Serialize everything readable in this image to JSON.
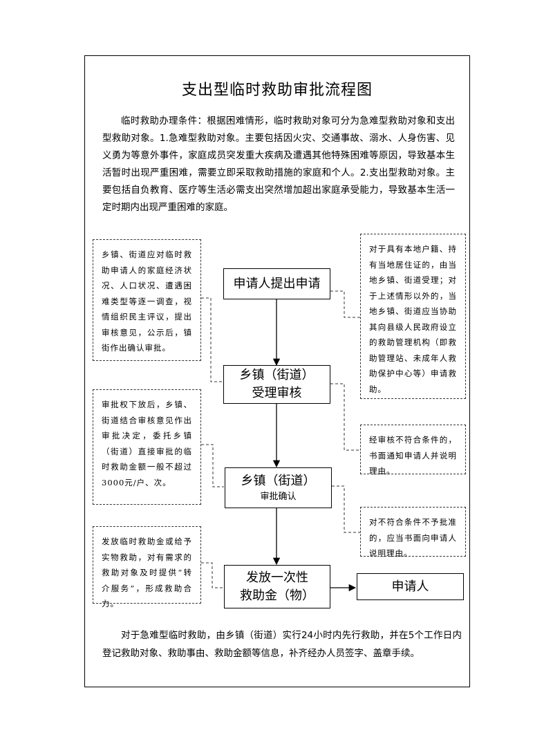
{
  "title": "支出型临时救助审批流程图",
  "intro": "临时救助办理条件：根据困难情形，临时救助对象可分为急难型救助对象和支出型救助对象。1.急难型救助对象。主要包括因火灾、交通事故、溺水、人身伤害、见义勇为等意外事件，家庭成员突发重大疾病及遭遇其他特殊困难等原因，导致基本生活暂时出现严重困难，需要立即采取救助措施的家庭和个人。2.支出型救助对象。主要包括自负教育、医疗等生活必需支出突然增加超出家庭承受能力，导致基本生活一定时期内出现严重困难的家庭。",
  "steps": {
    "apply": "申请人提出申请",
    "accept_line1": "乡镇（街道）",
    "accept_line2": "受理审核",
    "approve_line1": "乡镇（街道）",
    "approve_line2": "审批确认",
    "grant_line1": "发放一次性",
    "grant_line2": "救助金（物）",
    "applicant": "申请人"
  },
  "notes": {
    "left_1": "乡镇、街道应对临时救助申请人的家庭经济状况、人口状况、遭遇困难类型等逐一调查，视情组织民主评议，提出审核意见，公示后，镇街作出确认审批。",
    "left_2": "审批权下放后，乡镇、街道结合审核意见作出审批决定，委托乡镇（街道）直接审批的临时救助金额一般不超过3000元/户、次。",
    "left_3": "发放临时救助金或给予实物救助，对有需求的救助对象及时提供“转介服务”，形成救助合力。",
    "right_1": "对于具有本地户籍、持有当地居住证的，由当地乡镇、街道受理；对于上述情形以外的，当地乡镇、街道应当协助其向县级人民政府设立的救助管理机构（即救助管理站、未成年人救助保护中心等）申请救助。",
    "right_2": "经审核不符合条件的，书面通知申请人并说明理由。",
    "right_3": "对不符合条件不予批准的，应当书面向申请人说明理由。"
  },
  "footer": "对于急难型临时救助，由乡镇（街道）实行24小时内先行救助，并在5个工作日内登记救助对象、救助事由、救助金额等信息，补齐经办人员签字、盖章手续。"
}
